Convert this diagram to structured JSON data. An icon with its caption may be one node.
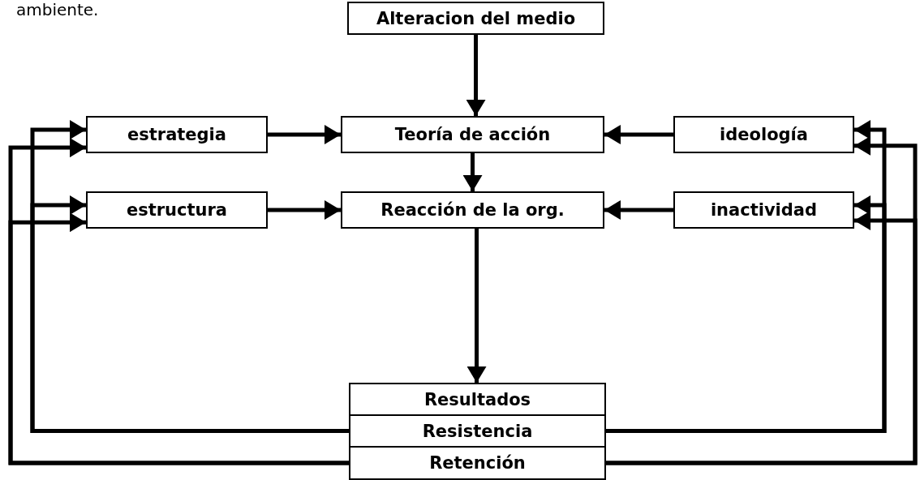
{
  "diagram": {
    "nodes": [
      {
        "text": [
          "Alteracion del medio"
        ]
      },
      {
        "text": [
          "estrategia"
        ]
      },
      {
        "text": [
          "Teoría de acción"
        ]
      },
      {
        "text": [
          "ideología"
        ]
      },
      {
        "text": [
          "estructura"
        ]
      },
      {
        "text": [
          "Reacción de la org."
        ]
      },
      {
        "text": [
          "inactividad"
        ]
      },
      {
        "text": [
          "Resultados"
        ]
      },
      {
        "text": [
          "Resistencia"
        ]
      },
      {
        "text": [
          "Retención"
        ]
      }
    ],
    "edges": [
      {
        "from": 0,
        "to": 2,
        "arrow": "to"
      },
      {
        "from": 1,
        "to": 2,
        "arrow": "to"
      },
      {
        "from": 3,
        "to": 2,
        "arrow": "to"
      },
      {
        "from": 2,
        "to": 5,
        "arrow": "to"
      },
      {
        "from": 4,
        "to": 5,
        "arrow": "to"
      },
      {
        "from": 6,
        "to": 5,
        "arrow": "to"
      },
      {
        "from": 5,
        "to": 7,
        "arrow": "to"
      },
      {
        "from": 8,
        "to": 1,
        "arrow": "to"
      },
      {
        "from": 8,
        "to": 4,
        "arrow": "to"
      },
      {
        "from": 9,
        "to": 1,
        "arrow": "to"
      },
      {
        "from": 9,
        "to": 4,
        "arrow": "to"
      },
      {
        "from": 8,
        "to": 3,
        "arrow": "to"
      },
      {
        "from": 8,
        "to": 6,
        "arrow": "to"
      },
      {
        "from": 9,
        "to": 3,
        "arrow": "to"
      },
      {
        "from": 9,
        "to": 6,
        "arrow": "to"
      }
    ],
    "labels": [
      "ambiente."
    ]
  }
}
